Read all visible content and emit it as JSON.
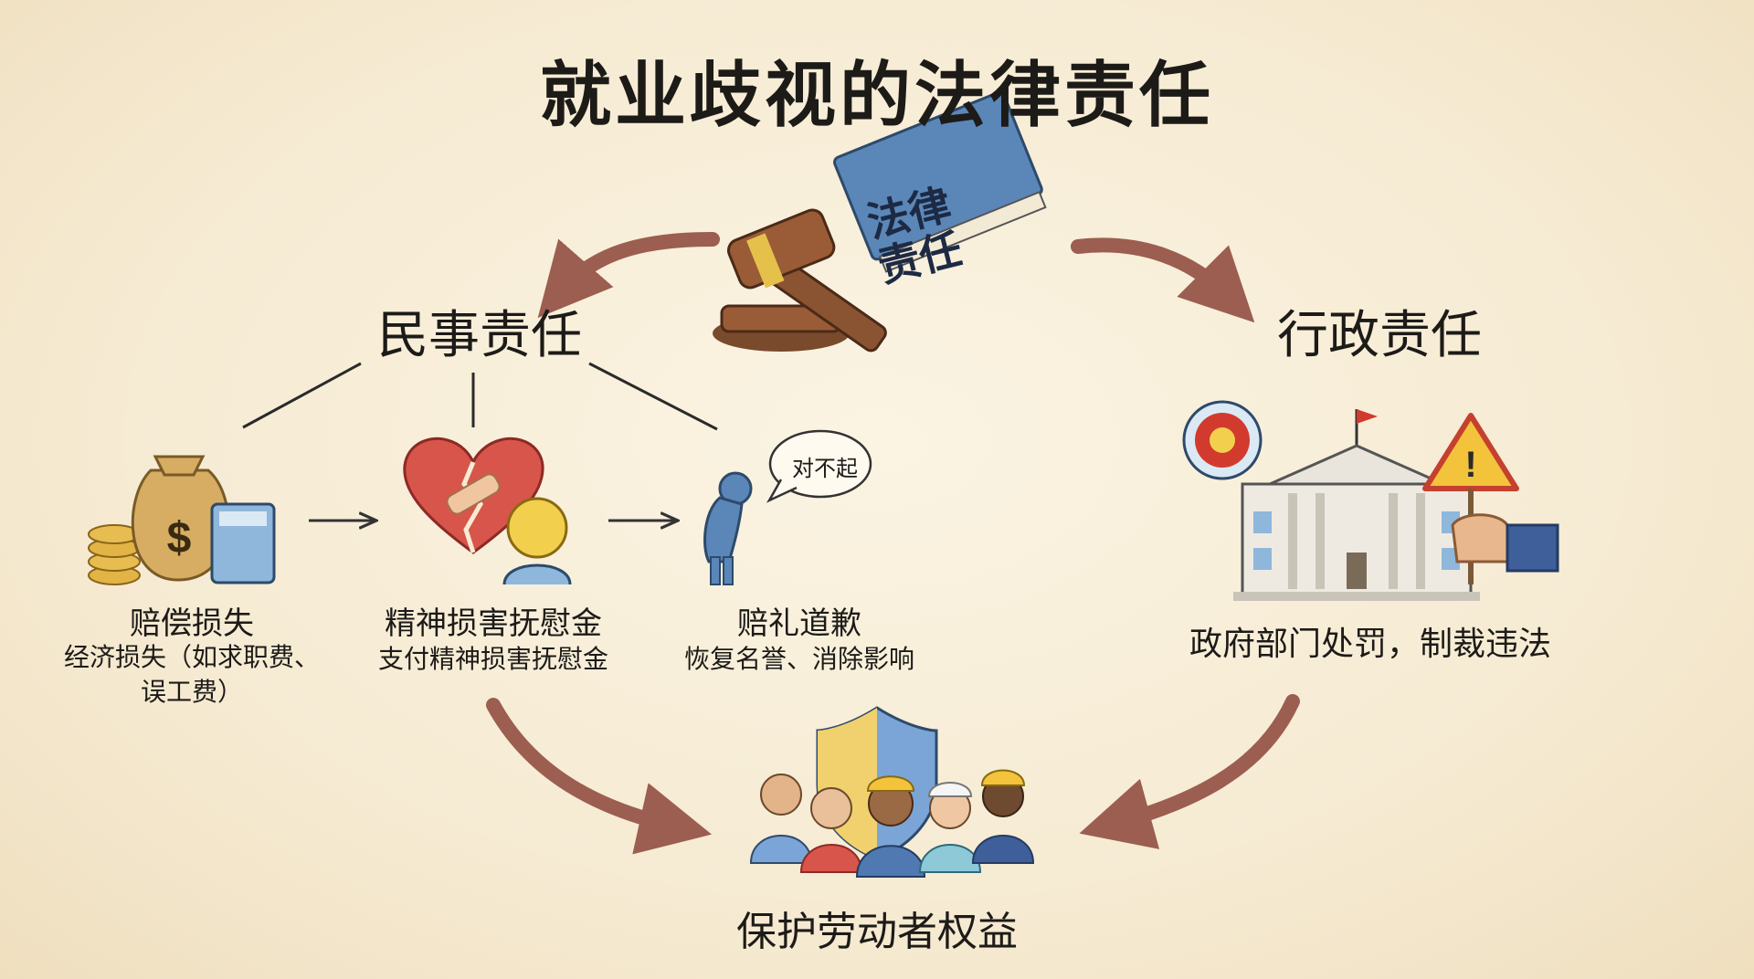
{
  "title": "就业歧视的法律责任",
  "book": {
    "text": "法律 责任"
  },
  "civil": {
    "label": "民事责任",
    "items": [
      {
        "title": "赔偿损失",
        "desc": "经济损失（如求职费、误工费）",
        "icon": "money-bag-calculator-icon"
      },
      {
        "title": "精神损害抚慰金",
        "desc": "支付精神损害抚慰金",
        "icon": "broken-heart-icon"
      },
      {
        "title": "赔礼道歉",
        "desc": "恢复名誉、消除影响",
        "icon": "bowing-person-icon",
        "speech": "对不起"
      }
    ]
  },
  "admin": {
    "label": "行政责任",
    "desc": "政府部门处罚，制裁违法",
    "icon": "government-building-icon"
  },
  "outcome": {
    "label": "保护劳动者权益",
    "icon": "shield-workers-icon"
  },
  "colors": {
    "arrow": "#9b5e50",
    "book": "#5b86b8",
    "heart": "#d8554c",
    "shield_blue": "#7aa5d6",
    "shield_yellow": "#f1d16d"
  }
}
